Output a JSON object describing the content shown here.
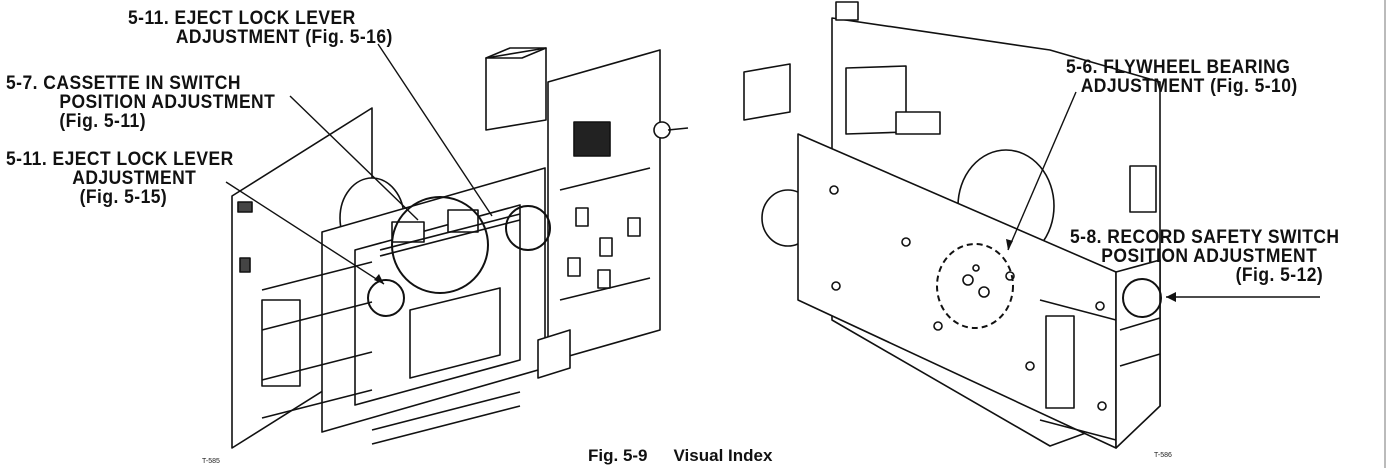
{
  "figure": {
    "caption_number": "Fig. 5-9",
    "caption_title": "Visual Index",
    "left_drawing_code": "T-585",
    "right_drawing_code": "T-586"
  },
  "callouts": {
    "eject_lock_top": {
      "line1": "5-11.  EJECT LOCK LEVER",
      "line2": "ADJUSTMENT (Fig. 5-16)"
    },
    "cassette_in_switch": {
      "line1": "5-7. CASSETTE IN SWITCH",
      "line2": "POSITION ADJUSTMENT",
      "line3": "(Fig. 5-11)"
    },
    "eject_lock_left": {
      "line1": "5-11. EJECT LOCK LEVER",
      "line2": "ADJUSTMENT",
      "line3": "(Fig. 5-15)"
    },
    "flywheel_bearing": {
      "line1": "5-6. FLYWHEEL BEARING",
      "line2": "ADJUSTMENT (Fig. 5-10)"
    },
    "record_safety_switch": {
      "line1": "5-8. RECORD SAFETY SWITCH",
      "line2": "POSITION ADJUSTMENT",
      "line3": "(Fig. 5-12)"
    }
  }
}
